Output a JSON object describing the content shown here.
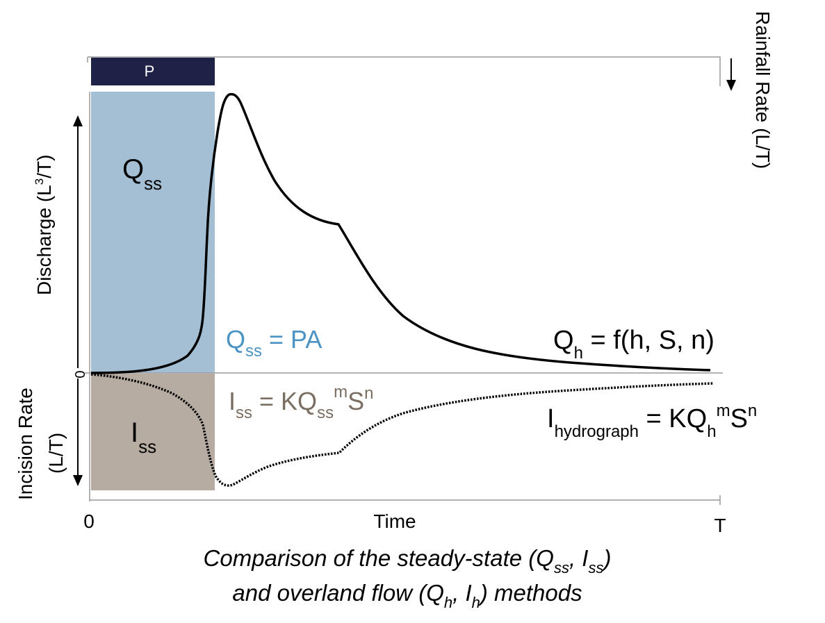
{
  "rainfall_label": "P",
  "right_axis_label": "Rainfall Rate (L/T)",
  "y_axis_discharge_label": {
    "main": "Discharge (L",
    "sup": "3",
    "tail": "/T)"
  },
  "y_axis_incision_label": {
    "line1": "Incision Rate",
    "line2": "(L/T)"
  },
  "y_zero_label": "0",
  "x_axis": {
    "start_label": "0",
    "title": "Time",
    "end_label": "T"
  },
  "qss_box_label": {
    "main": "Q",
    "sub": "ss"
  },
  "iss_box_label": {
    "main": "I",
    "sub": "ss"
  },
  "eq_qss": {
    "q": "Q",
    "sub": "ss",
    "rest": " = PA"
  },
  "eq_iss": {
    "i": "I",
    "sub1": "ss",
    "mid": " = KQ",
    "sub2": "ss",
    "sup1": "m",
    "s": "S",
    "sup2": "n"
  },
  "eq_qh": {
    "q": "Q",
    "sub": "h",
    "rest": " = f(h, S, n)"
  },
  "eq_ih": {
    "i": "I",
    "sub1": "hydrograph",
    "mid": " = KQ",
    "sub2": "h",
    "sup1": "m",
    "s": "S",
    "sup2": "n"
  },
  "caption": {
    "line1_a": "Comparison of the steady-state (Q",
    "line1_sub1": "ss",
    "line1_b": ", I",
    "line1_sub2": "ss",
    "line1_c": ")",
    "line2_a": "and overland flow (Q",
    "line2_sub1": "h",
    "line2_b": ", I",
    "line2_sub2": "h",
    "line2_c": ") methods"
  },
  "colors": {
    "rainfall_bar": "#1f2147",
    "qss_fill": "#a4bfd3",
    "iss_fill": "#b6aca2",
    "qss_eq_text": "#4a93c4",
    "iss_eq_text": "#7a6e63",
    "axis": "#888888",
    "curve": "#000000"
  }
}
